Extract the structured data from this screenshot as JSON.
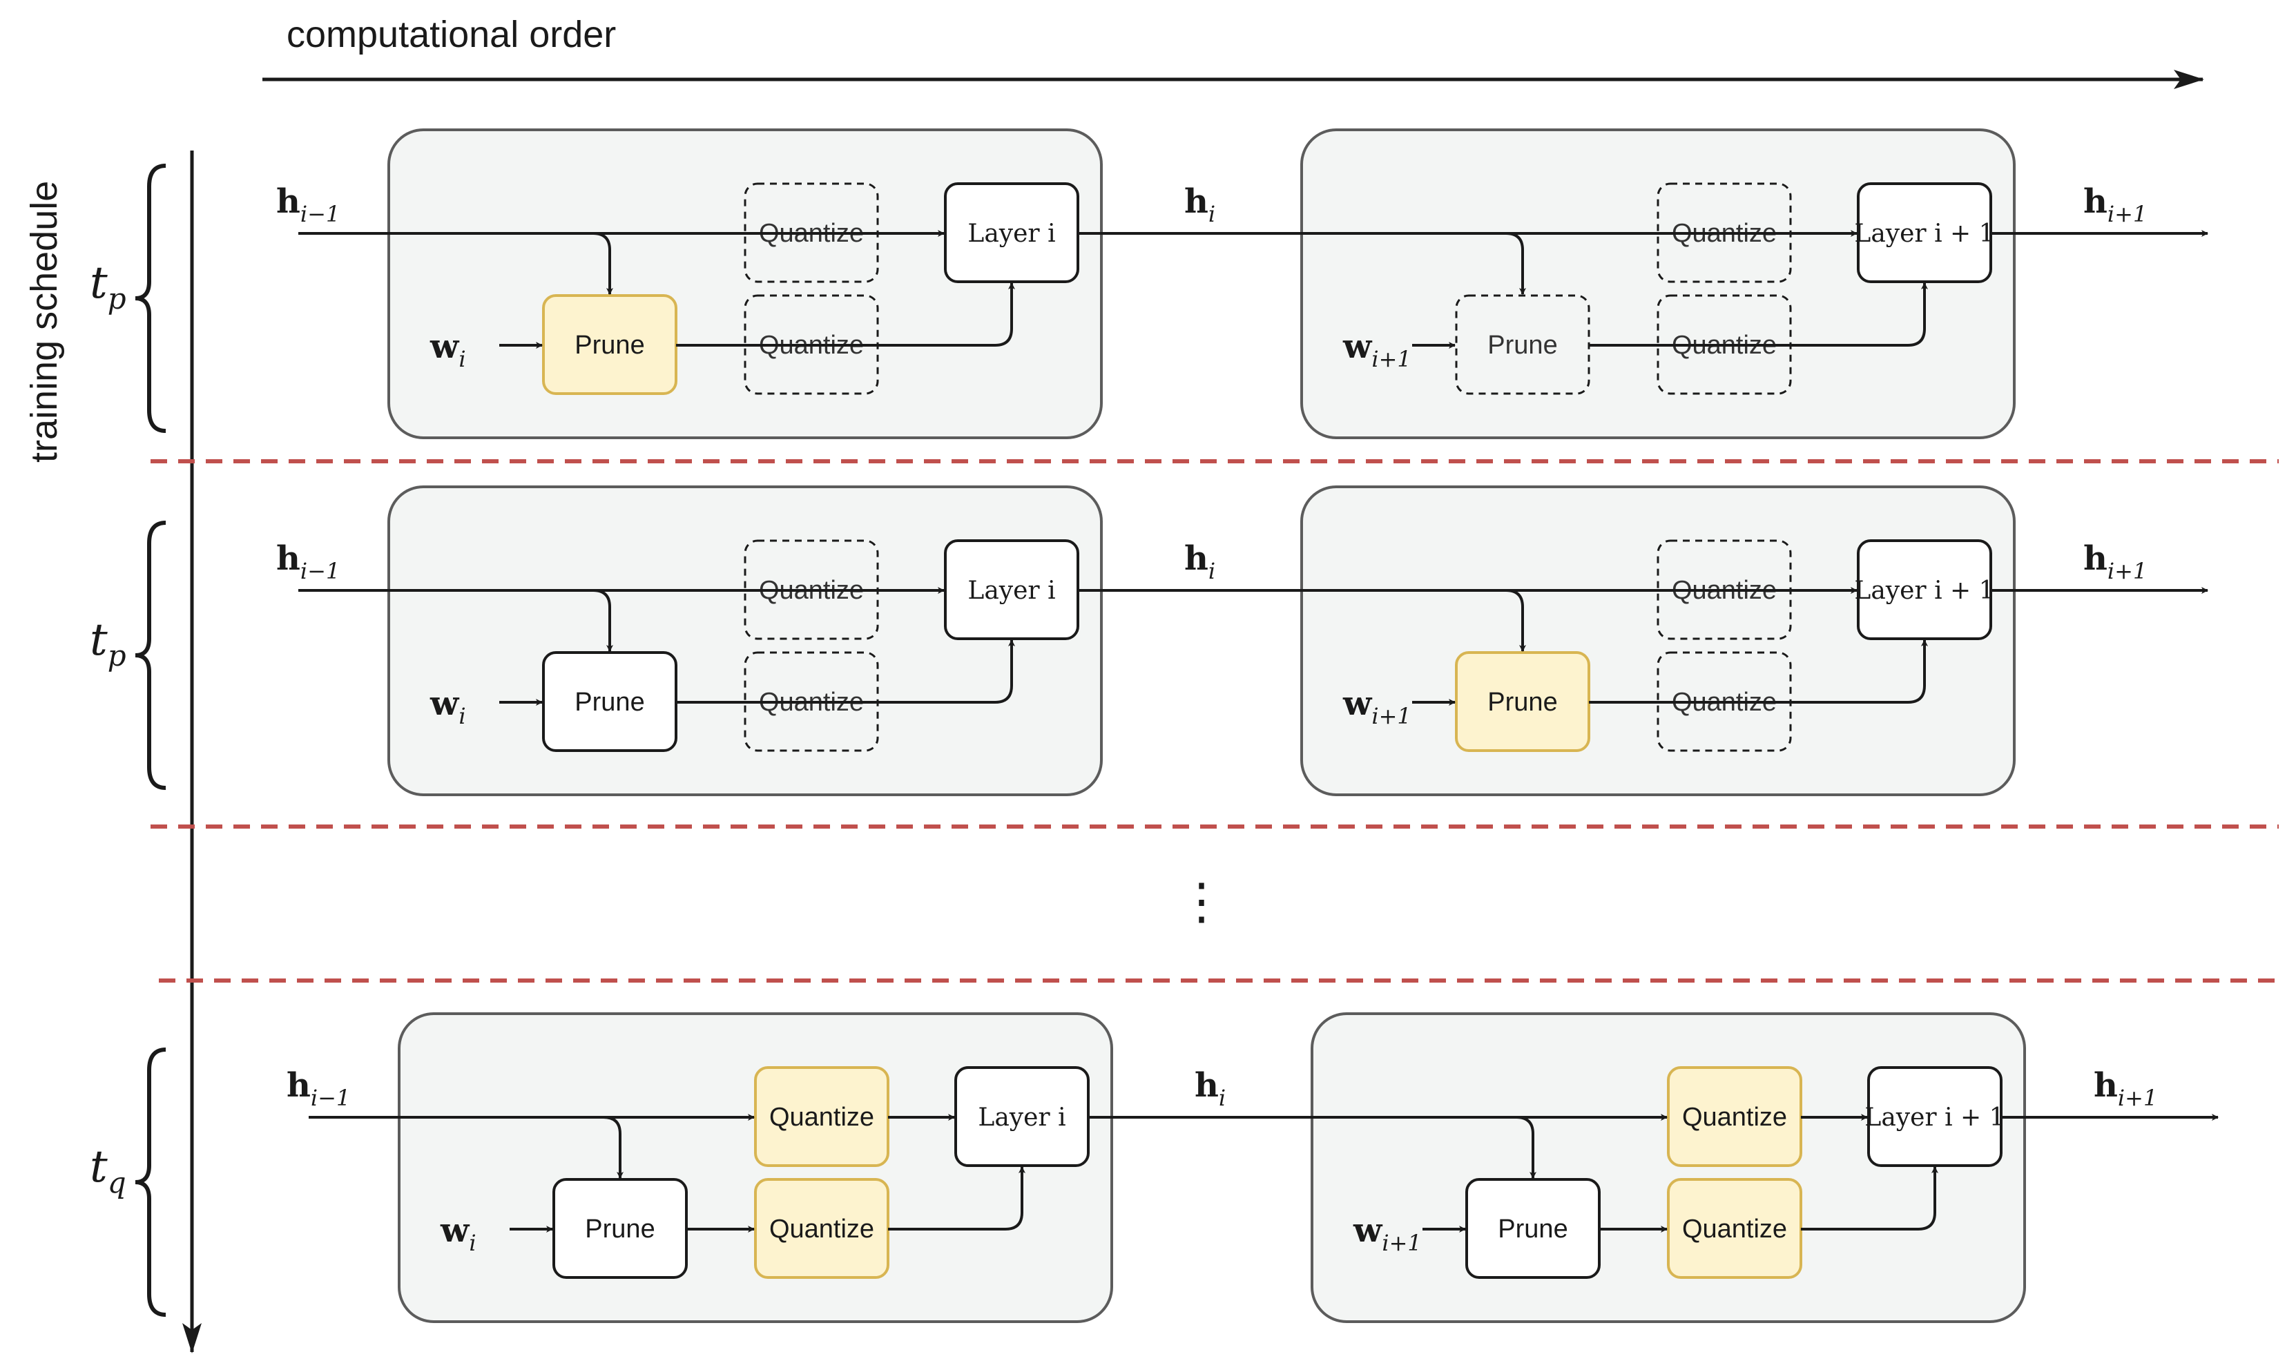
{
  "axis_labels": {
    "horizontal": "computational order",
    "vertical": "training schedule"
  },
  "colors": {
    "panel_fill": "#f3f5f4",
    "panel_stroke": "#5c5c5c",
    "highlight_fill": "#fdf3cf",
    "highlight_stroke": "#d8b552",
    "separator": "#c0504d",
    "arrow": "#1a1a1a"
  },
  "rows": [
    {
      "time_label": "t",
      "time_sub": "p",
      "layers": [
        {
          "input_label": "h",
          "input_sub": "i−1",
          "weight_label": "w",
          "weight_sub": "i",
          "layer_label": "Layer i",
          "output_label": "h",
          "output_sub": "i",
          "prune": {
            "label": "Prune",
            "state": "highlight"
          },
          "quantize_act": {
            "label": "Quantize",
            "state": "inactive"
          },
          "quantize_w": {
            "label": "Quantize",
            "state": "inactive"
          }
        },
        {
          "weight_label": "w",
          "weight_sub": "i+1",
          "layer_label": "Layer i + 1",
          "output_label": "h",
          "output_sub": "i+1",
          "prune": {
            "label": "Prune",
            "state": "inactive"
          },
          "quantize_act": {
            "label": "Quantize",
            "state": "inactive"
          },
          "quantize_w": {
            "label": "Quantize",
            "state": "inactive"
          }
        }
      ]
    },
    {
      "time_label": "t",
      "time_sub": "p",
      "layers": [
        {
          "input_label": "h",
          "input_sub": "i−1",
          "weight_label": "w",
          "weight_sub": "i",
          "layer_label": "Layer i",
          "output_label": "h",
          "output_sub": "i",
          "prune": {
            "label": "Prune",
            "state": "active"
          },
          "quantize_act": {
            "label": "Quantize",
            "state": "inactive"
          },
          "quantize_w": {
            "label": "Quantize",
            "state": "inactive"
          }
        },
        {
          "weight_label": "w",
          "weight_sub": "i+1",
          "layer_label": "Layer i + 1",
          "output_label": "h",
          "output_sub": "i+1",
          "prune": {
            "label": "Prune",
            "state": "highlight"
          },
          "quantize_act": {
            "label": "Quantize",
            "state": "inactive"
          },
          "quantize_w": {
            "label": "Quantize",
            "state": "inactive"
          }
        }
      ]
    },
    {
      "time_label": "t",
      "time_sub": "q",
      "layers": [
        {
          "input_label": "h",
          "input_sub": "i−1",
          "weight_label": "w",
          "weight_sub": "i",
          "layer_label": "Layer i",
          "output_label": "h",
          "output_sub": "i",
          "prune": {
            "label": "Prune",
            "state": "active"
          },
          "quantize_act": {
            "label": "Quantize",
            "state": "highlight"
          },
          "quantize_w": {
            "label": "Quantize",
            "state": "highlight"
          }
        },
        {
          "weight_label": "w",
          "weight_sub": "i+1",
          "layer_label": "Layer i + 1",
          "output_label": "h",
          "output_sub": "i+1",
          "prune": {
            "label": "Prune",
            "state": "active"
          },
          "quantize_act": {
            "label": "Quantize",
            "state": "highlight"
          },
          "quantize_w": {
            "label": "Quantize",
            "state": "highlight"
          }
        }
      ]
    }
  ],
  "ellipsis": "⋮"
}
